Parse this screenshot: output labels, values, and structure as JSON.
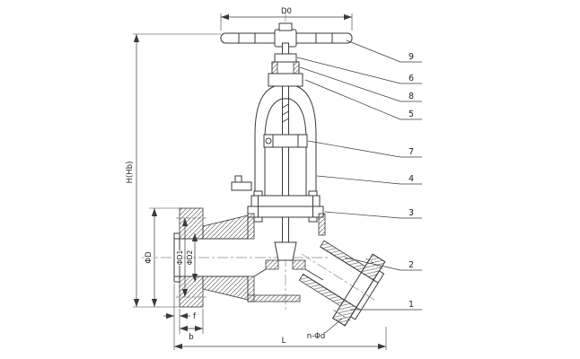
{
  "page": {
    "background": "#ffffff",
    "line_color": "#3a3a3a",
    "description": "Globe valve sectional engineering drawing with part callouts and dimension labels"
  },
  "dimensions": {
    "top_diameter": "D0",
    "height": "H(Hb)",
    "flange_od": "ΦD",
    "bolt_circle": "ΦD1",
    "raised_face": "ΦD2",
    "face_height": "f",
    "flange_thickness": "b",
    "length": "L",
    "bolt_holes": "n-Φd"
  },
  "callouts": [
    {
      "num": "9",
      "part": "handwheel"
    },
    {
      "num": "6",
      "part": "stem-nut"
    },
    {
      "num": "8",
      "part": "packing"
    },
    {
      "num": "5",
      "part": "gland-bushing"
    },
    {
      "num": "7",
      "part": "stem-clamp"
    },
    {
      "num": "4",
      "part": "bonnet-yoke"
    },
    {
      "num": "3",
      "part": "body-bonnet-flange"
    },
    {
      "num": "2",
      "part": "valve-body"
    },
    {
      "num": "1",
      "part": "outlet-flange"
    }
  ]
}
